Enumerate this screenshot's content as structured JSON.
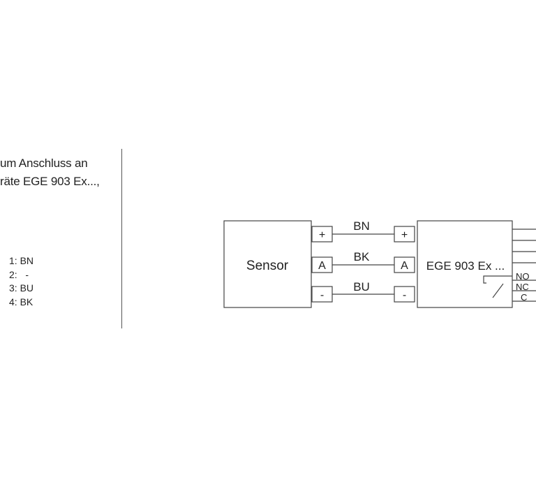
{
  "left_panel": {
    "heading_line1": "um Anschluss an",
    "heading_line2": "räte EGE 903 Ex...,",
    "pins": [
      "1: BN",
      "2:   -",
      "3: BU",
      "4: BK"
    ]
  },
  "diagram": {
    "sensor_label": "Sensor",
    "device_label": "EGE 903 Ex ...",
    "sensor_terminals": [
      "+",
      "A",
      "-"
    ],
    "device_terminals": [
      "+",
      "A",
      "-"
    ],
    "wires": [
      "BN",
      "BK",
      "BU"
    ],
    "relay_contacts": [
      "NO",
      "NC",
      "C"
    ]
  }
}
